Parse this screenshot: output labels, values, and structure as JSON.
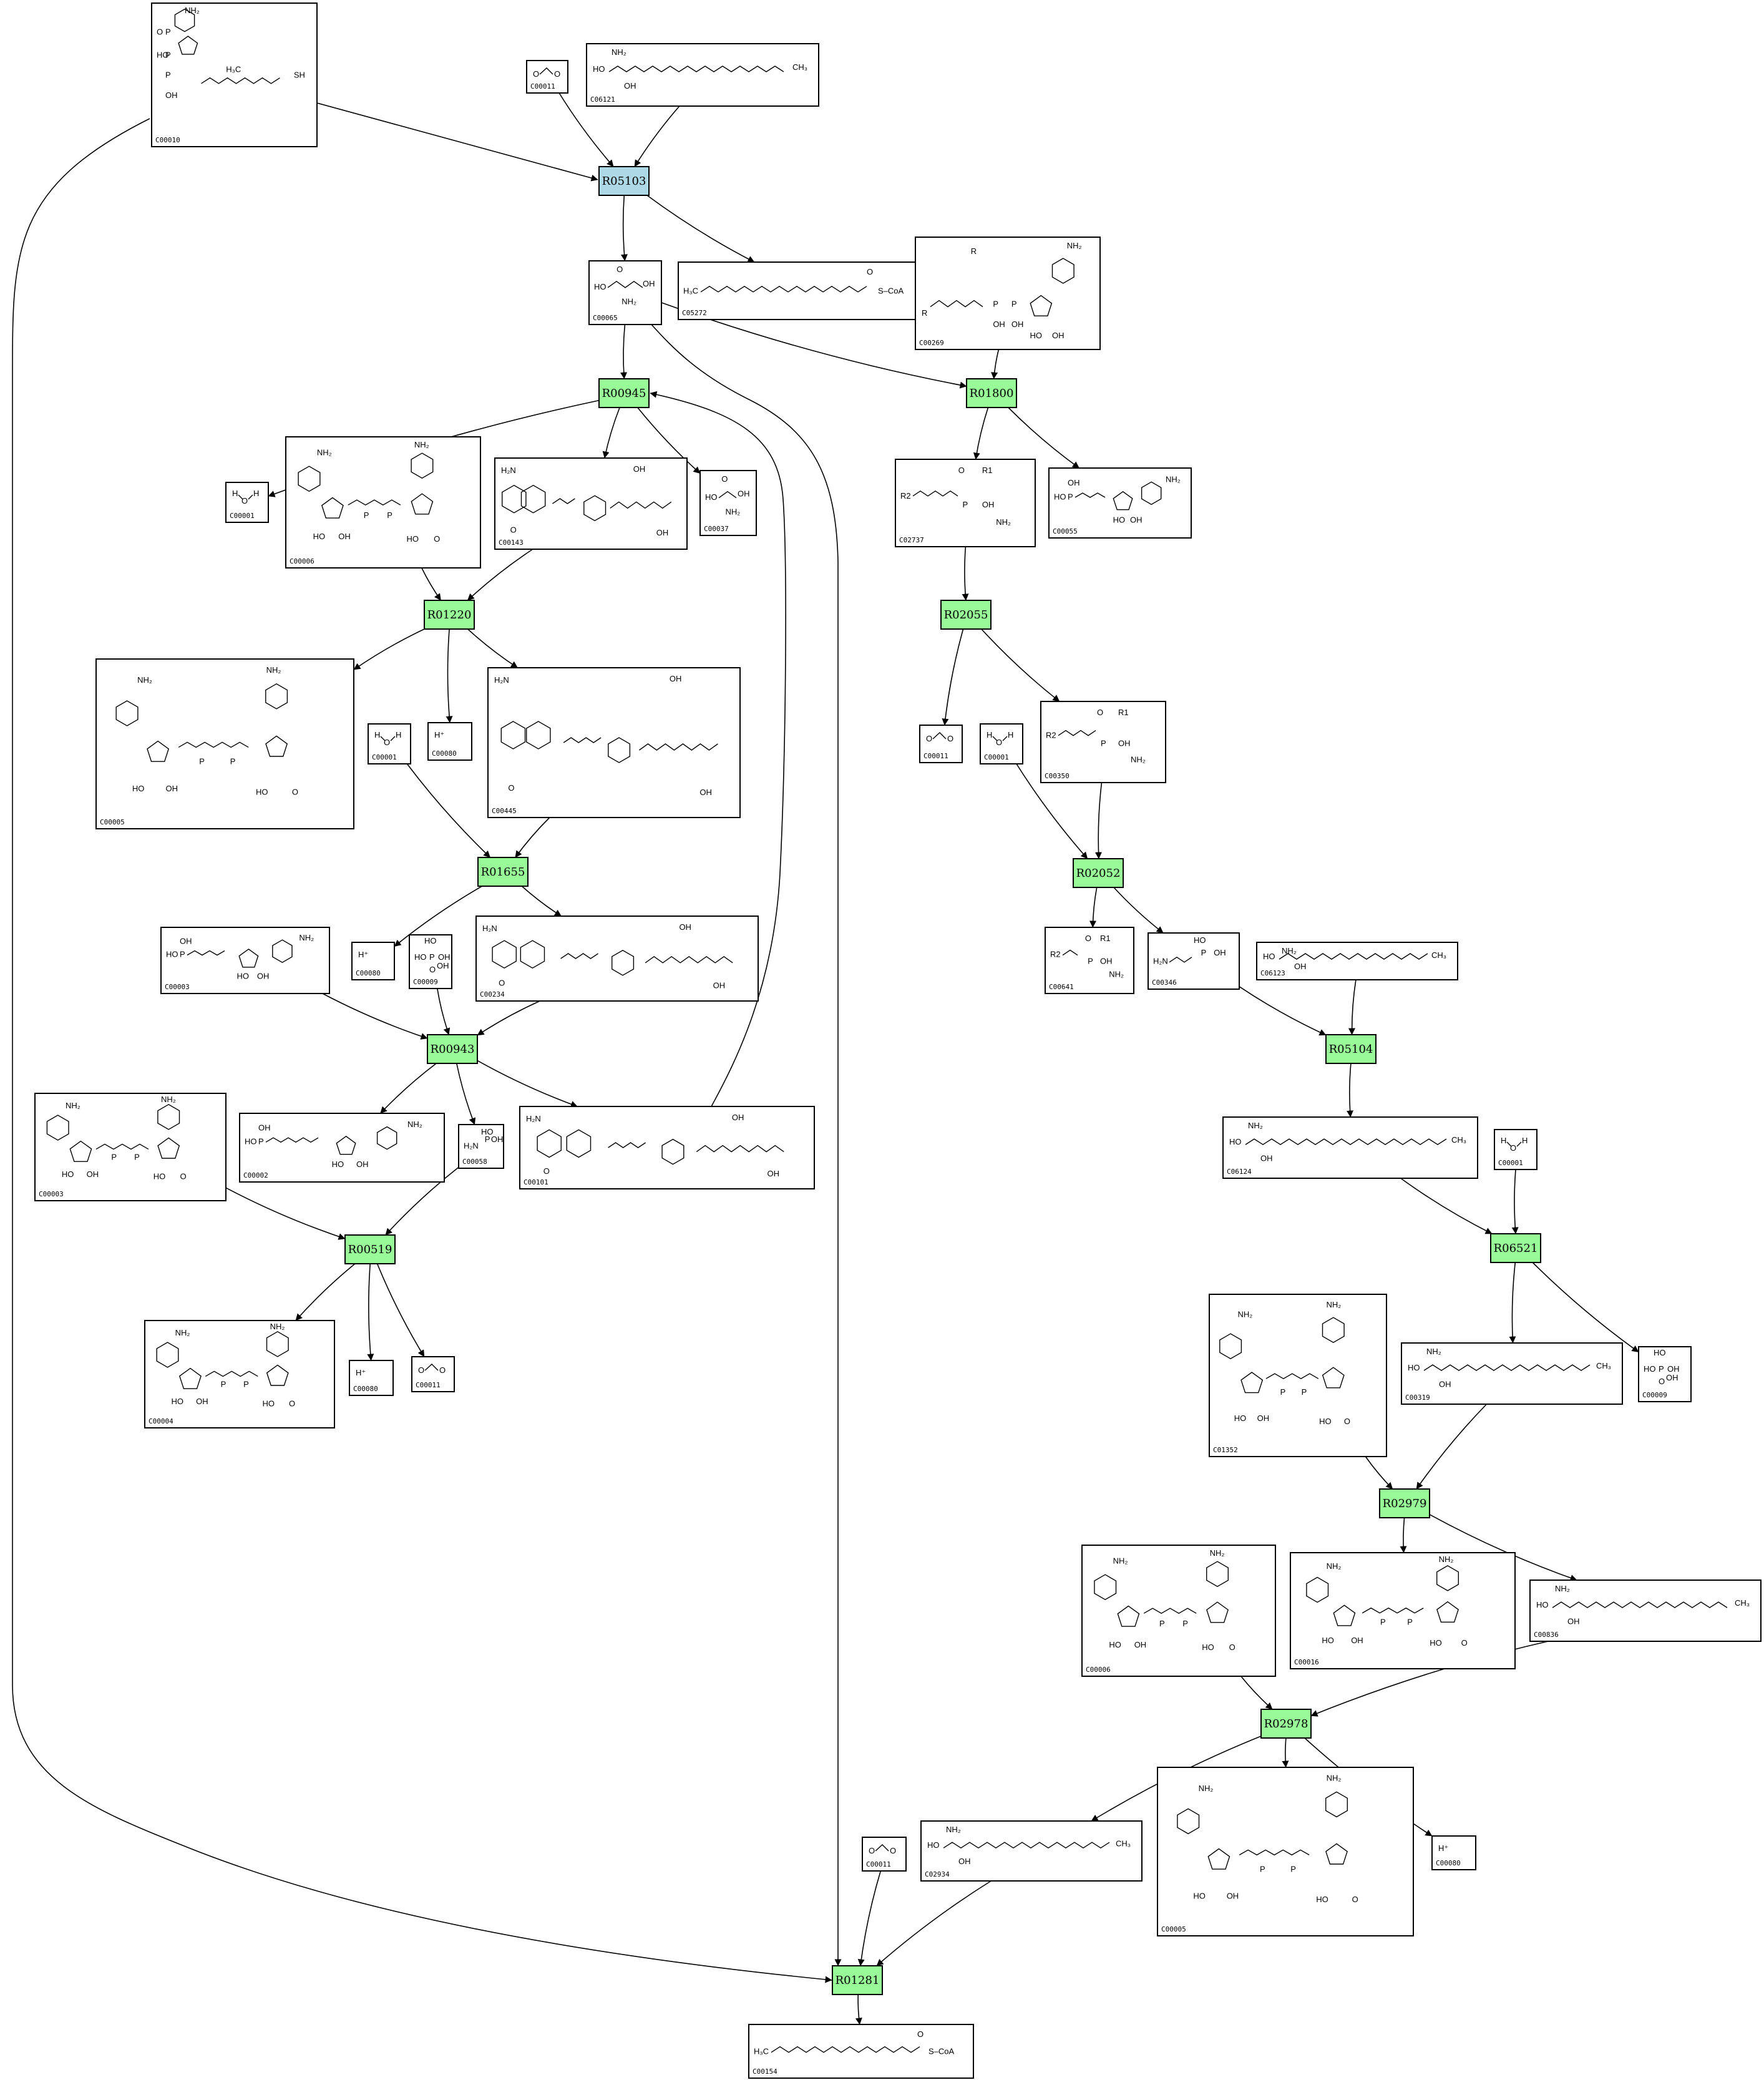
{
  "compounds": [
    {
      "id": "c00010",
      "label": "C00010"
    },
    {
      "id": "c00011_a",
      "label": "C00011"
    },
    {
      "id": "c06121",
      "label": "C06121"
    },
    {
      "id": "c00065",
      "label": "C00065"
    },
    {
      "id": "c05272",
      "label": "C05272"
    },
    {
      "id": "c00269",
      "label": "C00269"
    },
    {
      "id": "c00001_a",
      "label": "C00001"
    },
    {
      "id": "c00006_a",
      "label": "C00006"
    },
    {
      "id": "c00143",
      "label": "C00143"
    },
    {
      "id": "c00037",
      "label": "C00037"
    },
    {
      "id": "c02737",
      "label": "C02737"
    },
    {
      "id": "c00055",
      "label": "C00055"
    },
    {
      "id": "c00005_a",
      "label": "C00005"
    },
    {
      "id": "c00001_b",
      "label": "C00001"
    },
    {
      "id": "c00080_a",
      "label": "C00080"
    },
    {
      "id": "c00445",
      "label": "C00445"
    },
    {
      "id": "c00011_b",
      "label": "C00011"
    },
    {
      "id": "c00001_c",
      "label": "C00001"
    },
    {
      "id": "c00350",
      "label": "C00350"
    },
    {
      "id": "c00003_a",
      "label": "C00003"
    },
    {
      "id": "c00080_b",
      "label": "C00080"
    },
    {
      "id": "c00009_a",
      "label": "C00009"
    },
    {
      "id": "c00234",
      "label": "C00234"
    },
    {
      "id": "c00641",
      "label": "C00641"
    },
    {
      "id": "c00346",
      "label": "C00346"
    },
    {
      "id": "c06123",
      "label": "C06123"
    },
    {
      "id": "c00003_b",
      "label": "C00003"
    },
    {
      "id": "c00002",
      "label": "C00002"
    },
    {
      "id": "c00058",
      "label": "C00058"
    },
    {
      "id": "c00101",
      "label": "C00101"
    },
    {
      "id": "c06124",
      "label": "C06124"
    },
    {
      "id": "c00001_d",
      "label": "C00001"
    },
    {
      "id": "c00004",
      "label": "C00004"
    },
    {
      "id": "c00080_c",
      "label": "C00080"
    },
    {
      "id": "c00011_c",
      "label": "C00011"
    },
    {
      "id": "c01352",
      "label": "C01352"
    },
    {
      "id": "c00319",
      "label": "C00319"
    },
    {
      "id": "c00009_b",
      "label": "C00009"
    },
    {
      "id": "c00006_b",
      "label": "C00006"
    },
    {
      "id": "c00016",
      "label": "C00016"
    },
    {
      "id": "c00836",
      "label": "C00836"
    },
    {
      "id": "c00011_d",
      "label": "C00011"
    },
    {
      "id": "c02934",
      "label": "C02934"
    },
    {
      "id": "c00005_b",
      "label": "C00005"
    },
    {
      "id": "c00080_d",
      "label": "C00080"
    },
    {
      "id": "c00154",
      "label": "C00154"
    }
  ],
  "reactions": [
    {
      "id": "r05103",
      "label": "R05103",
      "color": "#add8e6"
    },
    {
      "id": "r00945",
      "label": "R00945",
      "color": "#98fb98"
    },
    {
      "id": "r01800",
      "label": "R01800",
      "color": "#98fb98"
    },
    {
      "id": "r01220",
      "label": "R01220",
      "color": "#98fb98"
    },
    {
      "id": "r02055",
      "label": "R02055",
      "color": "#98fb98"
    },
    {
      "id": "r01655",
      "label": "R01655",
      "color": "#98fb98"
    },
    {
      "id": "r02052",
      "label": "R02052",
      "color": "#98fb98"
    },
    {
      "id": "r00943",
      "label": "R00943",
      "color": "#98fb98"
    },
    {
      "id": "r05104",
      "label": "R05104",
      "color": "#98fb98"
    },
    {
      "id": "r00519",
      "label": "R00519",
      "color": "#98fb98"
    },
    {
      "id": "r06521",
      "label": "R06521",
      "color": "#98fb98"
    },
    {
      "id": "r02979",
      "label": "R02979",
      "color": "#98fb98"
    },
    {
      "id": "r02978",
      "label": "R02978",
      "color": "#98fb98"
    },
    {
      "id": "r01281",
      "label": "R01281",
      "color": "#98fb98"
    }
  ],
  "atoms": {
    "water_h": "H",
    "water_o": "O",
    "proton": "H⁺",
    "oh": "OH",
    "nh2": "NH₂",
    "h2n": "H₂N",
    "ho": "HO",
    "o": "O",
    "p": "P",
    "n": "N",
    "sh": "SH",
    "ch3": "CH₃",
    "h3c": "H₃C",
    "scoa": "S–CoA",
    "r": "R",
    "r1": "R1",
    "r2": "R2"
  },
  "edges": [
    {
      "from": "c00010",
      "to": "r05103"
    },
    {
      "from": "c00011_a",
      "to": "r05103"
    },
    {
      "from": "c06121",
      "to": "r05103"
    },
    {
      "from": "r05103",
      "to": "c00065"
    },
    {
      "from": "r05103",
      "to": "c05272"
    },
    {
      "from": "c00065",
      "to": "r00945"
    },
    {
      "from": "c00065",
      "to": "r01800"
    },
    {
      "from": "c00269",
      "to": "r01800"
    },
    {
      "from": "r00945",
      "to": "c00001_a"
    },
    {
      "from": "r00945",
      "to": "c00143"
    },
    {
      "from": "r00945",
      "to": "c00037"
    },
    {
      "from": "r01800",
      "to": "c02737"
    },
    {
      "from": "r01800",
      "to": "c00055"
    },
    {
      "from": "c00006_a",
      "to": "r01220"
    },
    {
      "from": "c00143",
      "to": "r01220"
    },
    {
      "from": "c02737",
      "to": "r02055"
    },
    {
      "from": "r01220",
      "to": "c00005_a"
    },
    {
      "from": "r01220",
      "to": "c00080_a"
    },
    {
      "from": "r01220",
      "to": "c00445"
    },
    {
      "from": "r02055",
      "to": "c00011_b"
    },
    {
      "from": "r02055",
      "to": "c00350"
    },
    {
      "from": "c00001_b",
      "to": "r01655"
    },
    {
      "from": "c00445",
      "to": "r01655"
    },
    {
      "from": "c00001_c",
      "to": "r02052"
    },
    {
      "from": "c00350",
      "to": "r02052"
    },
    {
      "from": "r01655",
      "to": "c00080_b"
    },
    {
      "from": "r01655",
      "to": "c00234"
    },
    {
      "from": "r02052",
      "to": "c00641"
    },
    {
      "from": "r02052",
      "to": "c00346"
    },
    {
      "from": "c00003_a",
      "to": "r00943"
    },
    {
      "from": "c00009_a",
      "to": "r00943"
    },
    {
      "from": "c00234",
      "to": "r00943"
    },
    {
      "from": "c00346",
      "to": "r05104"
    },
    {
      "from": "c06123",
      "to": "r05104"
    },
    {
      "from": "r00943",
      "to": "c00002"
    },
    {
      "from": "r00943",
      "to": "c00058"
    },
    {
      "from": "r00943",
      "to": "c00101"
    },
    {
      "from": "c00101",
      "to": "r00945"
    },
    {
      "from": "r05104",
      "to": "c06124"
    },
    {
      "from": "c00003_b",
      "to": "r00519"
    },
    {
      "from": "c00058",
      "to": "r00519"
    },
    {
      "from": "c06124",
      "to": "r06521"
    },
    {
      "from": "c00001_d",
      "to": "r06521"
    },
    {
      "from": "r00519",
      "to": "c00004"
    },
    {
      "from": "r00519",
      "to": "c00080_c"
    },
    {
      "from": "r00519",
      "to": "c00011_c"
    },
    {
      "from": "r06521",
      "to": "c00319"
    },
    {
      "from": "r06521",
      "to": "c00009_b"
    },
    {
      "from": "c01352",
      "to": "r02979"
    },
    {
      "from": "c00319",
      "to": "r02979"
    },
    {
      "from": "r02979",
      "to": "c00016"
    },
    {
      "from": "r02979",
      "to": "c00836"
    },
    {
      "from": "c00006_b",
      "to": "r02978"
    },
    {
      "from": "c00836",
      "to": "r02978"
    },
    {
      "from": "r02978",
      "to": "c02934"
    },
    {
      "from": "r02978",
      "to": "c00005_b"
    },
    {
      "from": "r02978",
      "to": "c00080_d"
    },
    {
      "from": "c00010",
      "to": "r01281"
    },
    {
      "from": "c00011_d",
      "to": "r01281"
    },
    {
      "from": "c02934",
      "to": "r01281"
    },
    {
      "from": "c00065",
      "to": "r01281"
    },
    {
      "from": "r01281",
      "to": "c00154"
    }
  ]
}
